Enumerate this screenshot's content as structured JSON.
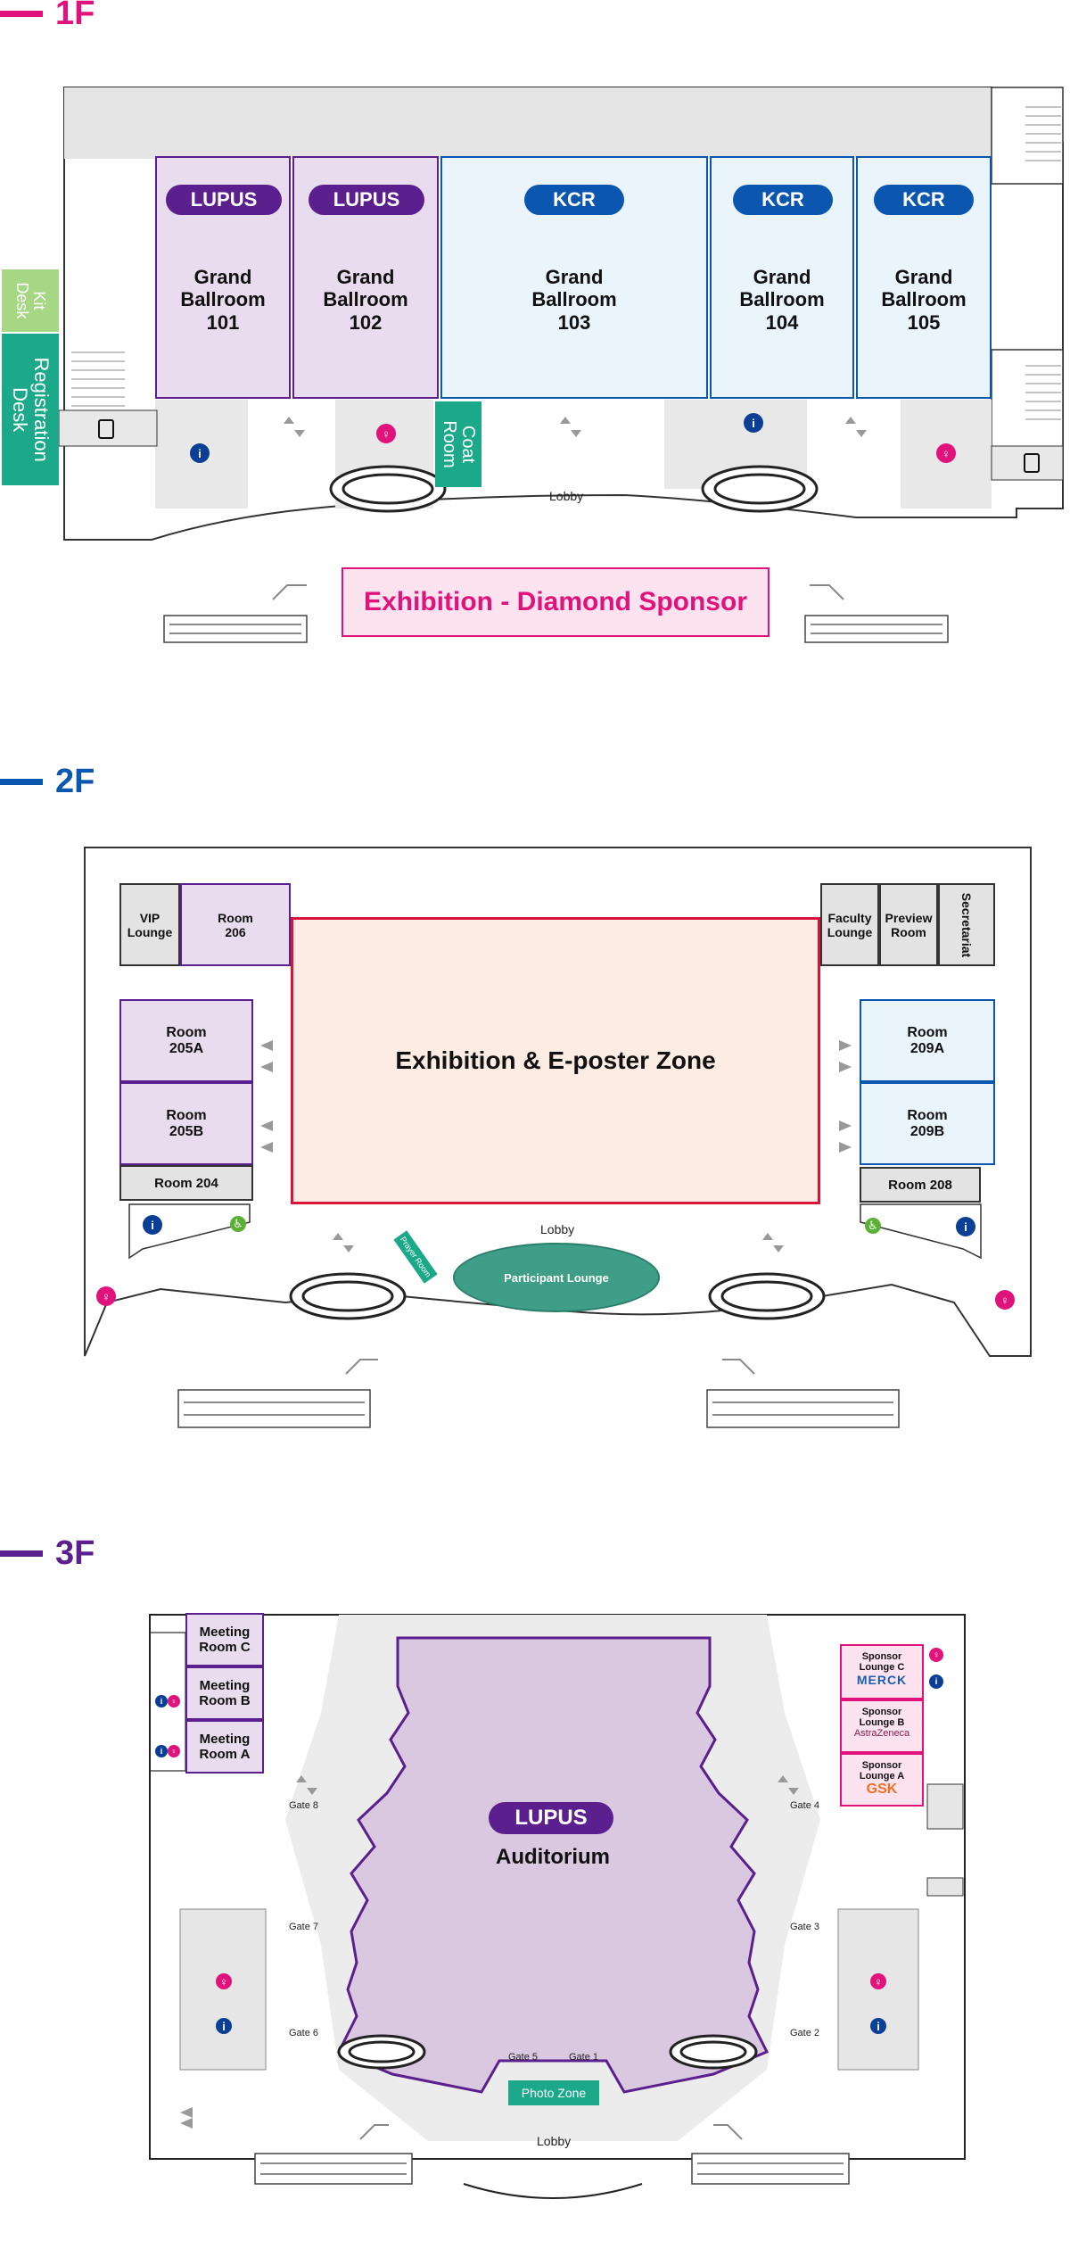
{
  "floors": {
    "f1": {
      "label": "1F",
      "color": "#e0127b",
      "rooms": [
        {
          "name": "Grand Ballroom 101",
          "tag": "LUPUS"
        },
        {
          "name": "Grand Ballroom 102",
          "tag": "LUPUS"
        },
        {
          "name": "Grand Ballroom 103",
          "tag": "KCR"
        },
        {
          "name": "Grand Ballroom 104",
          "tag": "KCR"
        },
        {
          "name": "Grand Ballroom 105",
          "tag": "KCR"
        }
      ],
      "kit_desk": "Kit Desk",
      "registration_desk": "Registration Desk",
      "coat_room": "Coat Room",
      "lobby": "Lobby",
      "exhibition": "Exhibition - Diamond Sponsor"
    },
    "f2": {
      "label": "2F",
      "color": "#0b57b0",
      "vip": "VIP Lounge",
      "room206": "Room 206",
      "faculty": "Faculty Lounge",
      "preview": "Preview Room",
      "secretariat": "Secretariat",
      "room205a": "Room 205A",
      "room205b": "Room 205B",
      "room204": "Room 204",
      "room209a": "Room 209A",
      "room209b": "Room 209B",
      "room208": "Room 208",
      "exhibition": "Exhibition & E-poster Zone",
      "lobby": "Lobby",
      "participant": "Participant Lounge",
      "prayer": "Prayer Room"
    },
    "f3": {
      "label": "3F",
      "color": "#5b1f8e",
      "meeting_c": "Meeting Room C",
      "meeting_b": "Meeting Room B",
      "meeting_a": "Meeting Room A",
      "sponsor_c": "Sponsor Lounge C",
      "sponsor_b": "Sponsor Lounge B",
      "sponsor_a": "Sponsor Lounge A",
      "logo_c": "MERCK",
      "logo_b": "AstraZeneca",
      "logo_a": "GSK",
      "auditorium_tag": "LUPUS",
      "auditorium": "Auditorium",
      "gates": [
        "Gate 1",
        "Gate 2",
        "Gate 3",
        "Gate 4",
        "Gate 5",
        "Gate 6",
        "Gate 7",
        "Gate 8"
      ],
      "photo_zone": "Photo Zone",
      "lobby": "Lobby"
    }
  },
  "icon_chars": {
    "info": "i",
    "restroom": "♀",
    "elevator": "⇅",
    "escalator": "⇗",
    "accessible": "♿",
    "stairs": "≡"
  }
}
